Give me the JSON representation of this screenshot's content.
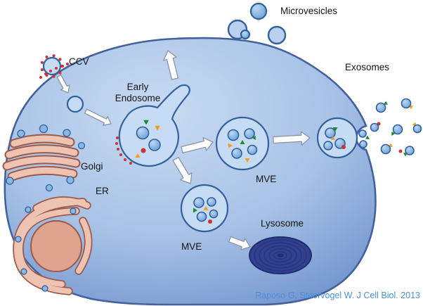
{
  "labels": {
    "microvesicles": "Microvesicles",
    "ccv": "CCV",
    "early_endosome_line1": "Early",
    "early_endosome_line2": "Endosome",
    "golgi": "Golgi",
    "er": "ER",
    "mve_upper": "MVE",
    "mve_lower": "MVE",
    "lysosome": "Lysosome",
    "exosomes": "Exosomes"
  },
  "citation": "Raposo G, Stoorvogel W. J Cell Biol. 2013",
  "colors": {
    "citation_blue": "#4a90d9",
    "cell_fill_light": "#c8dbf2",
    "cell_fill_mid": "#a7c2e6",
    "cell_fill_dark": "#6f92cc",
    "membrane_stroke": "#44619f",
    "endosome_fill": "#c6dcf4",
    "vesicle_fill": "#8ab8e4",
    "vesicle_stroke": "#2f5fa0",
    "organelle_pink": "#eec3b2",
    "organelle_outline": "#9c5a4a",
    "nucleoid_fill": "#dfa48e",
    "lysosome_fill": "#31408f",
    "lysosome_ring": "#1f2d6e",
    "clathrin_red": "#cc3333",
    "marker_green": "#1d8a35",
    "marker_orange": "#f09f1f",
    "marker_red": "#cc3333",
    "arrow_fill": "#ffffff",
    "arrow_stroke": "#8a93a6"
  }
}
